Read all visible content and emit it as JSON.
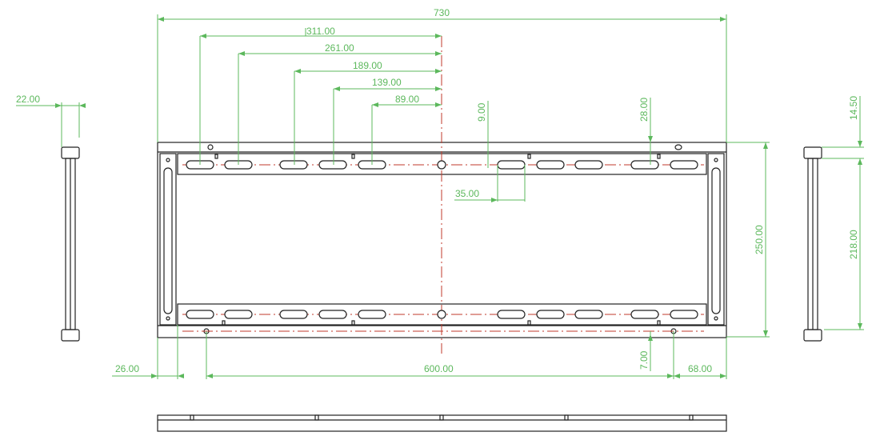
{
  "colors": {
    "dimension": "#5cb85c",
    "outline": "#222222",
    "centerline": "#c0392b"
  },
  "dimensions": {
    "overall_width": "730",
    "d311": "311.00",
    "d261": "261.00",
    "d189": "189.00",
    "d139": "139.00",
    "d89": "89.00",
    "d9": "9.00",
    "d28": "28.00",
    "d35": "35.00",
    "side_depth": "22.00",
    "d14_5": "14.50",
    "d250": "250.00",
    "d218": "218.00",
    "d26": "26.00",
    "d600": "600.00",
    "d7": "7.00",
    "d68": "68.00"
  }
}
